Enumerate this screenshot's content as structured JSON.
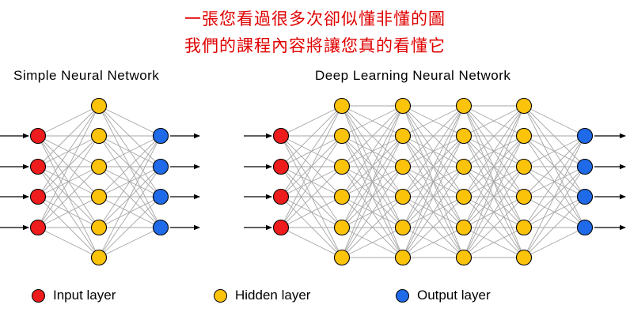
{
  "banner": {
    "line1": "一張您看過很多次卻似懂非懂的圖",
    "line2": "我們的課程內容將讓您真的看懂它",
    "color": "#e00000"
  },
  "networks": [
    {
      "id": "simple",
      "title": "Simple Neural Network",
      "layers": [
        {
          "type": "input",
          "nodes": 4
        },
        {
          "type": "hidden",
          "nodes": 6
        },
        {
          "type": "output",
          "nodes": 4
        }
      ]
    },
    {
      "id": "deep",
      "title": "Deep Learning Neural Network",
      "layers": [
        {
          "type": "input",
          "nodes": 4
        },
        {
          "type": "hidden",
          "nodes": 6
        },
        {
          "type": "hidden",
          "nodes": 6
        },
        {
          "type": "hidden",
          "nodes": 6
        },
        {
          "type": "hidden",
          "nodes": 6
        },
        {
          "type": "output",
          "nodes": 4
        }
      ]
    }
  ],
  "legend": [
    {
      "type": "input",
      "label": "Input layer"
    },
    {
      "type": "hidden",
      "label": "Hidden layer"
    },
    {
      "type": "output",
      "label": "Output layer"
    }
  ],
  "colors": {
    "input": "#ee1c1c",
    "hidden": "#fcc30b",
    "output": "#1f6ae8",
    "edge": "#a6a6a6",
    "arrow": "#000000"
  }
}
